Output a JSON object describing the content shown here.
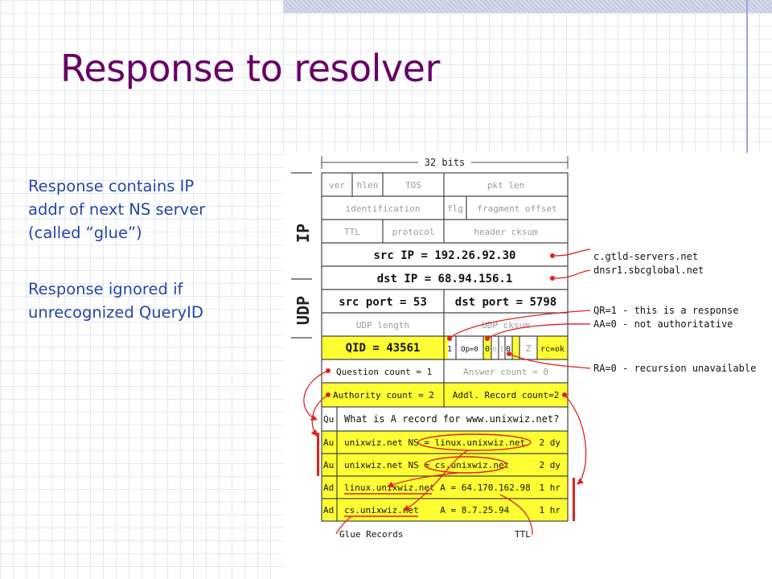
{
  "slide": {
    "title": "Response to resolver",
    "bullets": [
      {
        "lines": [
          "Response contains IP",
          "addr of next NS server",
          "(called “glue”)"
        ]
      },
      {
        "lines": [
          "Response ignored if",
          "unrecognized QueryID"
        ]
      }
    ]
  },
  "diagram": {
    "bits_label": "32 bits",
    "ip_label": "IP",
    "udp_label": "UDP",
    "ip_rows": {
      "r1": [
        "ver",
        "hlen",
        "TOS",
        "pkt len"
      ],
      "r2": [
        "identification",
        "flg",
        "fragment offset"
      ],
      "r3": [
        "TTL",
        "protocol",
        "header cksum"
      ],
      "src_ip": "src IP = 192.26.92.30",
      "dst_ip": "dst IP = 68.94.156.1"
    },
    "udp_rows": {
      "src_port": "src port = 53",
      "dst_port": "dst port = 5798",
      "length": "UDP length",
      "cksum": "UDP cksum"
    },
    "dns_header": {
      "qid": "QID = 43561",
      "qr": "1",
      "opcode": "Op=0",
      "aa": "0",
      "tc": "0",
      "rd": "1",
      "ra": "0",
      "z": "Z",
      "rcode": "rc=ok",
      "question_count": "Question count = 1",
      "answer_count": "Answer count = 0",
      "authority_count": "Authority count = 2",
      "additional_count": "Addl. Record count=2"
    },
    "records": [
      {
        "section": "Qu",
        "text": "What is A record for www.unixwiz.net?",
        "ttl": ""
      },
      {
        "section": "Au",
        "text": "unixwiz.net NS = linux.unixwiz.net",
        "ttl": "2 dy"
      },
      {
        "section": "Au",
        "text": "unixwiz.net NS = cs.unixwiz.net",
        "ttl": "2 dy"
      },
      {
        "section": "Ad",
        "text": "linux.unixwiz.net A = 64.170.162.98",
        "ttl": "1 hr"
      },
      {
        "section": "Ad",
        "text": "cs.unixwiz.net    A = 8.7.25.94",
        "ttl": "1 hr"
      }
    ],
    "annotations": {
      "src_host": "c.gtld-servers.net",
      "dst_host": "dnsr1.sbcglobal.net",
      "qr_note": "QR=1 - this is a response",
      "aa_note": "AA=0 - not authoritative",
      "ra_note": "RA=0 - recursion unavailable",
      "glue": "Glue Records",
      "ttl": "TTL"
    },
    "colors": {
      "highlight": "#ffff33",
      "arrow": "#dd2222",
      "grid": "#444444",
      "dim_text": "#9a9a9a"
    }
  }
}
